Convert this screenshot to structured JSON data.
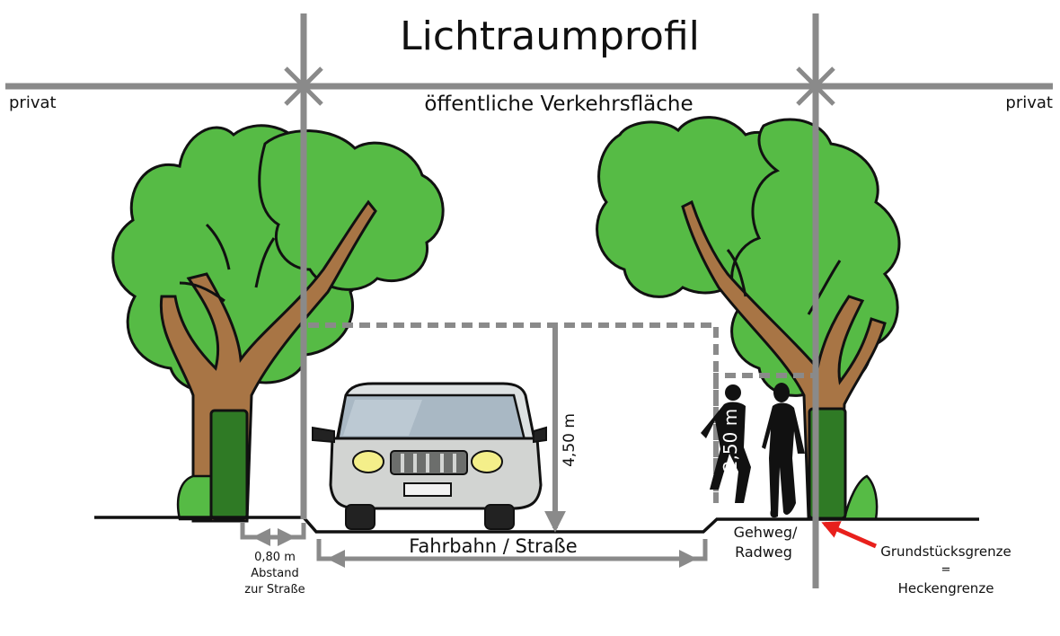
{
  "title": "Lichtraumprofil",
  "labels": {
    "private_left": "privat",
    "private_right": "privat",
    "public_area": "öffentliche Verkehrsfläche",
    "height_road": "4,50 m",
    "height_walkway": "2,50 m",
    "road": "Fahrbahn / Straße",
    "walkway_line1": "Gehweg/",
    "walkway_line2": "Radweg",
    "distance_line1": "0,80 m",
    "distance_line2": "Abstand",
    "distance_line3": "zur Straße",
    "boundary_line1": "Grundstücksgrenze",
    "boundary_line2": "=",
    "boundary_line3": "Heckengrenze"
  },
  "icons": [
    "tree-icon",
    "hedge-icon",
    "car-icon",
    "person-running-icon",
    "person-walking-icon",
    "arrow-icon"
  ],
  "colors": {
    "line_gray": "#8a8a8a",
    "foliage": "#56bb45",
    "hedge": "#2f7a25",
    "trunk": "#a87545",
    "arrow_red": "#e8201c",
    "text": "#111111"
  }
}
